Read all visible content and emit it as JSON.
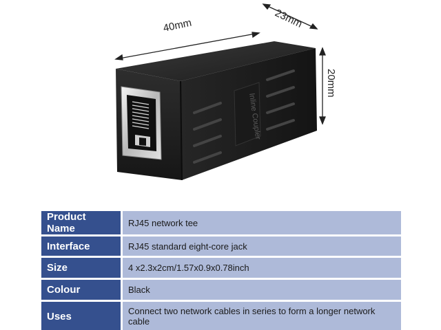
{
  "dimensions": {
    "length": "40mm",
    "width": "23mm",
    "height": "20mm"
  },
  "product_label": "Inline Coupler",
  "colors": {
    "key_cell": "#35508e",
    "value_cell": "#aebad9",
    "body": "#1e1e1e"
  },
  "specs": [
    {
      "key": "Product Name",
      "value": "RJ45 network tee"
    },
    {
      "key": "Interface",
      "value": "RJ45 standard eight-core jack"
    },
    {
      "key": "Size",
      "value": "4 x2.3x2cm/1.57x0.9x0.78inch"
    },
    {
      "key": "Colour",
      "value": "Black"
    },
    {
      "key": "Uses",
      "value": "Connect two network cables in series to form a longer network cable"
    }
  ]
}
